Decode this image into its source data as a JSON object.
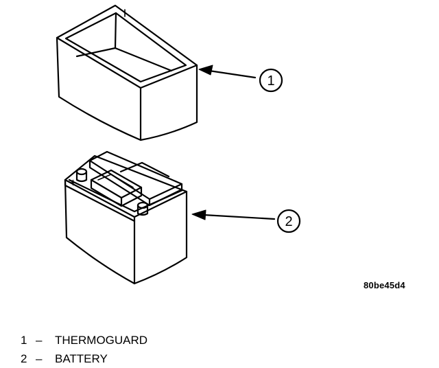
{
  "figure": {
    "reference_id": "80be45d4",
    "callouts": [
      {
        "number": "1",
        "label": "THERMOGUARD"
      },
      {
        "number": "2",
        "label": "BATTERY"
      }
    ],
    "separator": "–"
  }
}
